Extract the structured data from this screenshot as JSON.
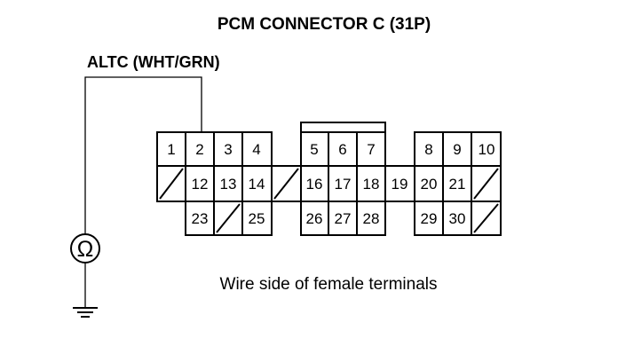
{
  "diagram": {
    "title": "PCM CONNECTOR C (31P)",
    "wire_label": "ALTC (WHT/GRN)",
    "caption": "Wire side of female terminals",
    "meter_symbol": "Ω",
    "meter_icon": "ohmmeter-icon",
    "ground_icon": "ground-icon",
    "row1": [
      "1",
      "2",
      "3",
      "4",
      "5",
      "6",
      "7",
      "8",
      "9",
      "10"
    ],
    "row2": [
      "12",
      "13",
      "14",
      "16",
      "17",
      "18",
      "19",
      "20",
      "21"
    ],
    "row3": [
      "23",
      "25",
      "26",
      "27",
      "28",
      "29",
      "30"
    ]
  }
}
